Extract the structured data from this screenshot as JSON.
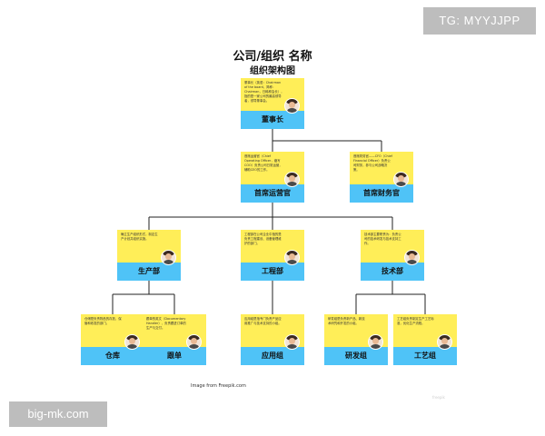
{
  "watermarks": {
    "top_right": "TG: MYYJJPP",
    "bottom_left": "big-mk.com"
  },
  "header": {
    "title": "公司/组织 名称",
    "subtitle": "组织架构图"
  },
  "nodes": [
    {
      "role": "董事长",
      "desc": "董事长（英语：Chairman of the board，简称：Chairman，日韩称会长），指的是一家公司的最高领导者，领导董事会。"
    },
    {
      "role": "首席运营官",
      "desc": "首席运营官（Chief Operating Officer，缩写COO）负责公司日常运营，辅助CEO的工作。"
    },
    {
      "role": "首席财务官",
      "desc": "首席财务官——CFO（Chief Financial Officer）负责公司财务，参与公司战略决策。"
    },
    {
      "role": "生产部",
      "desc": "确立生产组织形式，制定生产计划并组织实施。"
    },
    {
      "role": "工程部",
      "desc": "工程部在公司企业中指的是负责工程建设、设备管理维护的部门。"
    },
    {
      "role": "技术部",
      "desc": "技术部主要职责为：负责公司的技术研发与技术支持工作。"
    },
    {
      "role": "仓库",
      "desc": "仓储是负责物品的存放、保管和收发的部门。"
    },
    {
      "role": "跟单",
      "desc": "跟单的英文（Documentary Handler），负责跟进订单的生产与交付。"
    },
    {
      "role": "应用组",
      "desc": "应用组是指专门负责产品应用推广与技术支持的小组。"
    },
    {
      "role": "研发组",
      "desc": "研发组是负责新产品、新技术研究和开发的小组。"
    },
    {
      "role": "工艺组",
      "desc": "工艺组负责制定生产工艺标准，优化生产流程。"
    }
  ],
  "footer": "Image from Freepik.com",
  "corner_mark": "freepik",
  "colors": {
    "card_top": "#ffee58",
    "card_bottom": "#4fc3f7",
    "line": "#222222"
  }
}
